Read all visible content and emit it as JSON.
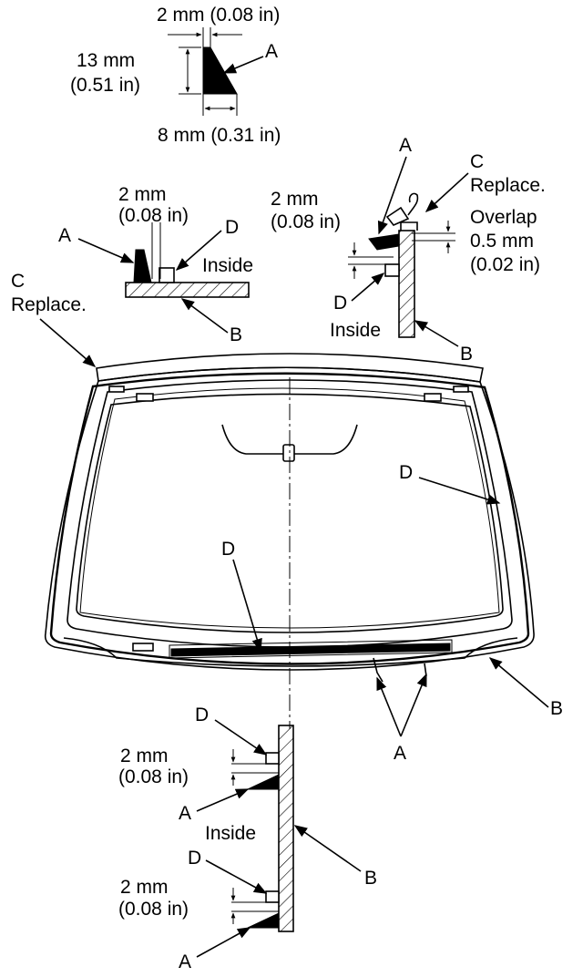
{
  "detail_top": {
    "width_top": "2 mm (0.08 in)",
    "height_mm": "13 mm",
    "height_in": "(0.51 in)",
    "width_bottom": "8 mm (0.31 in)",
    "part_label": "A"
  },
  "detail_left": {
    "gap_mm": "2 mm",
    "gap_in": "(0.08 in)",
    "label_a": "A",
    "label_d": "D",
    "label_b": "B",
    "side_text": "Inside"
  },
  "detail_right": {
    "label_a": "A",
    "label_c": "C",
    "replace_text": "Replace.",
    "gap_mm": "2 mm",
    "gap_in": "(0.08 in)",
    "overlap_text": "Overlap",
    "overlap_mm": "0.5 mm",
    "overlap_in": "(0.02 in)",
    "label_d": "D",
    "label_b": "B",
    "side_text": "Inside"
  },
  "windshield": {
    "label_c": "C",
    "replace_text": "Replace.",
    "label_d_right": "D",
    "label_d_bottom": "D",
    "label_b": "B",
    "label_a": "A"
  },
  "detail_bottom": {
    "label_d_upper": "D",
    "gap_mm_upper": "2 mm",
    "gap_in_upper": "(0.08 in)",
    "label_a_upper": "A",
    "side_text": "Inside",
    "label_b": "B",
    "label_d_lower": "D",
    "gap_mm_lower": "2 mm",
    "gap_in_lower": "(0.08 in)",
    "label_a_lower": "A"
  }
}
